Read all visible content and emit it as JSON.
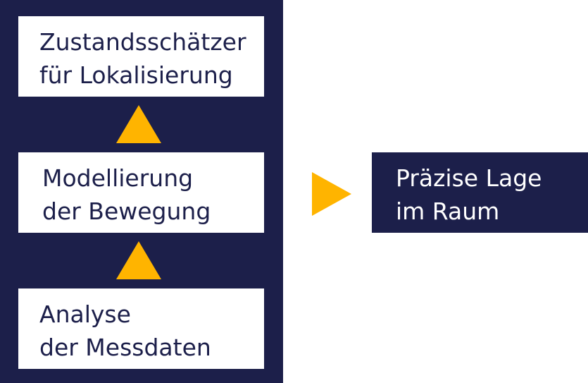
{
  "steps": [
    {
      "line1": "Zustandsschätzer",
      "line2": "für Lokalisierung"
    },
    {
      "line1": "Modellierung",
      "line2": "der Bewegung"
    },
    {
      "line1": "Analyse",
      "line2": "der Messdaten"
    }
  ],
  "result": {
    "line1": "Präzise Lage",
    "line2": "im Raum"
  },
  "colors": {
    "navy": "#1c1f4a",
    "accent": "#ffb400",
    "box": "#ffffff"
  }
}
